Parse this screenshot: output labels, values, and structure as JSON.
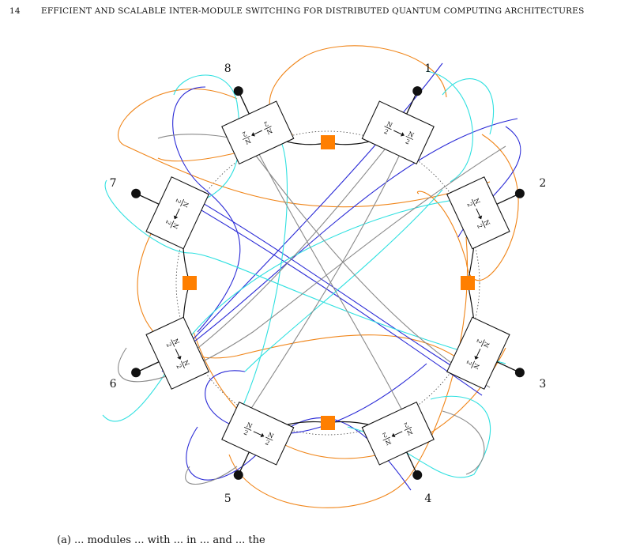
{
  "page": {
    "page_number": "14",
    "running_head": "EFFICIENT AND SCALABLE INTER-MODULE SWITCHING FOR DISTRIBUTED QUANTUM COMPUTING ARCHITECTURES",
    "caption_partial": "(a) ... modules ... with ... in ... and ... the"
  },
  "figure": {
    "modules": [
      {
        "id": "1",
        "left": "N",
        "right": "N",
        "denom": "2"
      },
      {
        "id": "2",
        "left": "N",
        "right": "N",
        "denom": "2"
      },
      {
        "id": "3",
        "left": "N",
        "right": "N",
        "denom": "2"
      },
      {
        "id": "4",
        "left": "N",
        "right": "N",
        "denom": "2"
      },
      {
        "id": "5",
        "left": "N",
        "right": "N",
        "denom": "2"
      },
      {
        "id": "6",
        "left": "N",
        "right": "N",
        "denom": "2"
      },
      {
        "id": "7",
        "left": "N",
        "right": "N",
        "denom": "2"
      },
      {
        "id": "8",
        "left": "N",
        "right": "N",
        "denom": "2"
      }
    ],
    "colors": {
      "orange": "#f08519",
      "blue": "#2a2ad6",
      "cyan": "#2fe0e0",
      "gray": "#8a8a8a",
      "black": "#111111",
      "switch": "#ff7f00"
    }
  }
}
